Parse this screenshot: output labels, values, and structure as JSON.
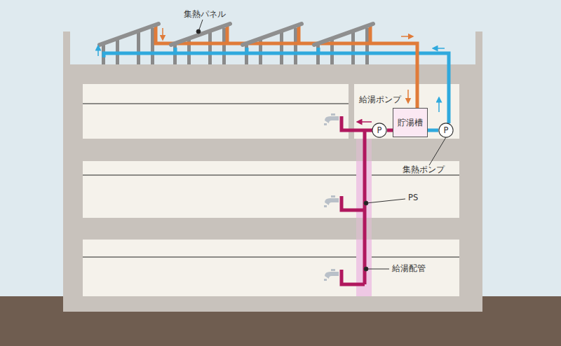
{
  "diagram": {
    "nodes": [
      {
        "text": [
          "P"
        ]
      },
      {
        "text": [
          "貯湯槽"
        ]
      },
      {
        "text": [
          "P"
        ]
      }
    ],
    "edges": [
      {
        "from": 1,
        "to": 0,
        "arrow": "none"
      },
      {
        "from": 1,
        "to": 2,
        "arrow": "none"
      }
    ],
    "labels": [
      "集熱パネル",
      "給湯ポンプ",
      "集熱ポンプ",
      "PS",
      "給湯配管"
    ]
  }
}
